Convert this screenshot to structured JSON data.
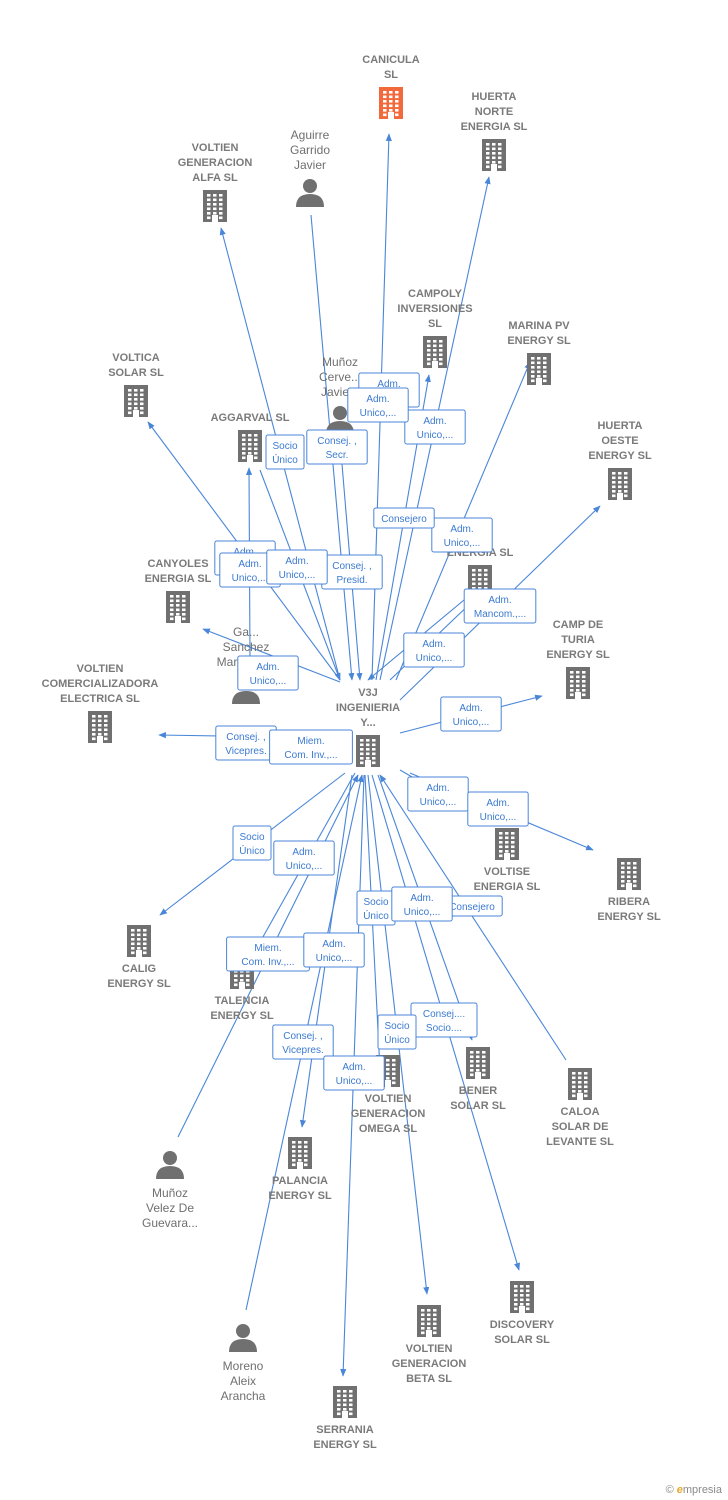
{
  "center": "v3j",
  "nodes": [
    {
      "id": "v3j",
      "lines": [
        "V3J",
        "INGENIERIA",
        "Y..."
      ],
      "kind": "company"
    },
    {
      "id": "canicula",
      "lines": [
        "CANICULA",
        "SL"
      ],
      "kind": "company",
      "highlight": true
    },
    {
      "id": "huerta_norte",
      "lines": [
        "HUERTA",
        "NORTE",
        "ENERGIA SL"
      ],
      "kind": "company"
    },
    {
      "id": "voltien_alfa",
      "lines": [
        "VOLTIEN",
        "GENERACION",
        "ALFA SL"
      ],
      "kind": "company"
    },
    {
      "id": "aguirre",
      "lines": [
        "Aguirre",
        "Garrido",
        "Javier"
      ],
      "kind": "person"
    },
    {
      "id": "campoly",
      "lines": [
        "CAMPOLY",
        "INVERSIONES",
        "SL"
      ],
      "kind": "company"
    },
    {
      "id": "marina_pv",
      "lines": [
        "MARINA PV",
        "ENERGY SL"
      ],
      "kind": "company"
    },
    {
      "id": "voltica",
      "lines": [
        "VOLTICA",
        "SOLAR SL"
      ],
      "kind": "company"
    },
    {
      "id": "munoz_cerv",
      "lines": [
        "Muñoz",
        "Cerve...",
        "Javie..."
      ],
      "kind": "person"
    },
    {
      "id": "aggarval",
      "lines": [
        "AGGARVAL SL"
      ],
      "kind": "company"
    },
    {
      "id": "huerta_oeste",
      "lines": [
        "HUERTA",
        "OESTE",
        "ENERGY SL"
      ],
      "kind": "company"
    },
    {
      "id": "canyoles",
      "lines": [
        "CANYOLES",
        "ENERGIA SL"
      ],
      "kind": "company"
    },
    {
      "id": "energia_x",
      "lines": [
        "ENERGIA SL"
      ],
      "kind": "company"
    },
    {
      "id": "camp_turia",
      "lines": [
        "CAMP DE",
        "TURIA",
        "ENERGY SL"
      ],
      "kind": "company"
    },
    {
      "id": "voltien_comer",
      "lines": [
        "VOLTIEN",
        "COMERCIALIZADORA",
        "ELECTRICA SL"
      ],
      "kind": "company"
    },
    {
      "id": "ga_sanchez",
      "lines": [
        "Ga...",
        "Sanchez",
        "Maria Jose"
      ],
      "kind": "person"
    },
    {
      "id": "voltise",
      "lines": [
        "VOLTISE",
        "ENERGIA SL"
      ],
      "kind": "company"
    },
    {
      "id": "ribera",
      "lines": [
        "RIBERA",
        "ENERGY SL"
      ],
      "kind": "company"
    },
    {
      "id": "calig",
      "lines": [
        "CALIG",
        "ENERGY SL"
      ],
      "kind": "company"
    },
    {
      "id": "talencia",
      "lines": [
        "TALENCIA",
        "ENERGY SL"
      ],
      "kind": "company"
    },
    {
      "id": "voltien_omega",
      "lines": [
        "VOLTIEN",
        "GENERACION",
        "OMEGA SL"
      ],
      "kind": "company"
    },
    {
      "id": "bener",
      "lines": [
        "BENER",
        "SOLAR SL"
      ],
      "kind": "company"
    },
    {
      "id": "caloa",
      "lines": [
        "CALOA",
        "SOLAR DE",
        "LEVANTE SL"
      ],
      "kind": "company"
    },
    {
      "id": "munoz_velez",
      "lines": [
        "Muñoz",
        "Velez De",
        "Guevara..."
      ],
      "kind": "person"
    },
    {
      "id": "palancia",
      "lines": [
        "PALANCIA",
        "ENERGY SL"
      ],
      "kind": "company"
    },
    {
      "id": "discovery",
      "lines": [
        "DISCOVERY",
        "SOLAR SL"
      ],
      "kind": "company"
    },
    {
      "id": "moreno",
      "lines": [
        "Moreno",
        "Aleix",
        "Arancha"
      ],
      "kind": "person"
    },
    {
      "id": "voltien_beta",
      "lines": [
        "VOLTIEN",
        "GENERACION",
        "BETA SL"
      ],
      "kind": "company"
    },
    {
      "id": "serrania",
      "lines": [
        "SERRANIA",
        "ENERGY SL"
      ],
      "kind": "company"
    }
  ],
  "edges": [
    {
      "from": "v3j",
      "to": "canicula",
      "label": [
        "Adm.",
        "Unico,..."
      ]
    },
    {
      "from": "v3j",
      "to": "huerta_norte",
      "label": [
        "Adm.",
        "Unico,..."
      ]
    },
    {
      "from": "v3j",
      "to": "voltien_alfa",
      "label": [
        "Adm.",
        "Unico,..."
      ]
    },
    {
      "from": "aguirre",
      "to": "v3j",
      "label": [
        "Consej. ,",
        "Secr."
      ]
    },
    {
      "from": "v3j",
      "to": "campoly",
      "label": [
        "Adm.",
        "Unico,..."
      ]
    },
    {
      "from": "v3j",
      "to": "marina_pv",
      "label": [
        "Adm.",
        "Unico,..."
      ]
    },
    {
      "from": "v3j",
      "to": "voltica",
      "label": [
        "Adm.",
        "Unico,..."
      ]
    },
    {
      "from": "munoz_cerv",
      "to": "v3j",
      "label": [
        "Consej. ,",
        "Presid."
      ]
    },
    {
      "from": "aggarval",
      "to": "v3j",
      "label": [
        "Socio",
        "Único"
      ]
    },
    {
      "from": "v3j",
      "to": "aggarval",
      "label": [
        "Adm.",
        "Unico,..."
      ]
    },
    {
      "from": "v3j",
      "to": "huerta_oeste",
      "label": [
        "Adm.",
        "Mancom.,..."
      ]
    },
    {
      "from": "v3j",
      "to": "canyoles",
      "label": [
        "Adm.",
        "Unico,..."
      ]
    },
    {
      "from": "energia_x",
      "to": "v3j",
      "label": [
        "Consejero"
      ]
    },
    {
      "from": "v3j",
      "to": "energia_x",
      "label": [
        "Adm.",
        "Unico,..."
      ]
    },
    {
      "from": "v3j",
      "to": "camp_turia",
      "label": [
        "Adm.",
        "Unico,..."
      ]
    },
    {
      "from": "v3j",
      "to": "voltien_comer",
      "label": [
        "Consej. ,",
        "Vicepres."
      ]
    },
    {
      "from": "ga_sanchez",
      "to": "v3j",
      "label": [
        "Miem.",
        "Com. Inv.,..."
      ]
    },
    {
      "from": "v3j",
      "to": "voltise",
      "label": [
        "Adm.",
        "Unico,..."
      ]
    },
    {
      "from": "v3j",
      "to": "ribera",
      "label": [
        "Adm.",
        "Unico,..."
      ]
    },
    {
      "from": "v3j",
      "to": "calig",
      "label": [
        "Socio",
        "Único"
      ]
    },
    {
      "from": "v3j",
      "to": "talencia",
      "label": [
        "Adm.",
        "Unico,..."
      ]
    },
    {
      "from": "v3j",
      "to": "voltien_omega",
      "label": [
        "Socio",
        "Único"
      ]
    },
    {
      "from": "v3j",
      "to": "bener",
      "label": [
        "Consej....",
        "Socio...."
      ]
    },
    {
      "from": "caloa",
      "to": "v3j",
      "label": [
        "Consejero"
      ]
    },
    {
      "from": "munoz_velez",
      "to": "v3j",
      "label": [
        "Miem.",
        "Com. Inv.,..."
      ]
    },
    {
      "from": "v3j",
      "to": "palancia",
      "label": [
        "Consej. ,",
        "Vicepres."
      ]
    },
    {
      "from": "v3j",
      "to": "discovery",
      "label": [
        "Adm.",
        "Unico,..."
      ]
    },
    {
      "from": "moreno",
      "to": "v3j",
      "label": [
        "Adm.",
        "Unico,..."
      ]
    },
    {
      "from": "v3j",
      "to": "voltien_beta",
      "label": [
        "Socio",
        "Único"
      ]
    },
    {
      "from": "v3j",
      "to": "serrania",
      "label": [
        "Adm.",
        "Unico,..."
      ]
    }
  ],
  "colors": {
    "edge": "#4a86d8",
    "building": "#707070",
    "highlight": "#f26a3c",
    "person": "#707070"
  },
  "footer": {
    "copyright": "©",
    "brand_initial": "e",
    "brand_rest": "mpresia"
  }
}
